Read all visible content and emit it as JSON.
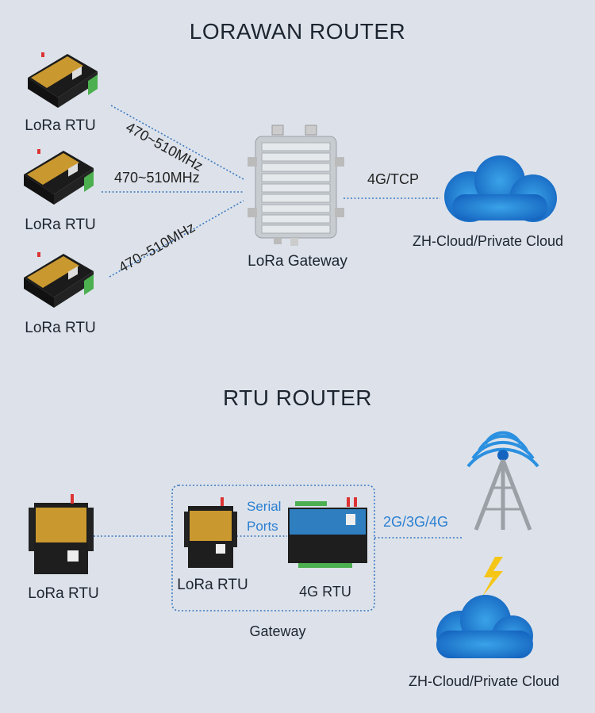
{
  "top": {
    "title": "LORAWAN ROUTER",
    "rtu_labels": [
      "LoRa RTU",
      "LoRa RTU",
      "LoRa RTU"
    ],
    "frequencies": [
      "470~510MHz",
      "470~510MHz",
      "470~510MHz"
    ],
    "gateway_label": "LoRa Gateway",
    "link_label": "4G/TCP",
    "cloud_label": "ZH-Cloud/Private Cloud"
  },
  "bottom": {
    "title": "RTU ROUTER",
    "remote_rtu_label": "LoRa RTU",
    "inner_rtu_label": "LoRa RTU",
    "serial_ports_line1": "Serial",
    "serial_ports_line2": "Ports",
    "rtu4g_label": "4G RTU",
    "gateway_group_label": "Gateway",
    "network_label": "2G/3G/4G",
    "cloud_label": "ZH-Cloud/Private Cloud"
  },
  "colors": {
    "background": "#dde2ea",
    "accent": "#2b7fd2",
    "device_gold": "#c9982f",
    "device_blue": "#2f7fc0"
  }
}
